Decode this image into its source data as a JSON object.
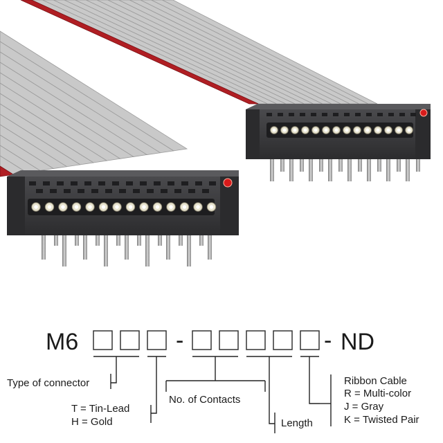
{
  "part_number": {
    "prefix": "M6",
    "separator1": "-",
    "suffix": "ND",
    "separator2": "-"
  },
  "legend": {
    "connector_type": "Type of connector",
    "plating_t": "T = Tin-Lead",
    "plating_h": "H = Gold",
    "contacts": "No. of Contacts",
    "length": "Length",
    "cable_title": "Ribbon Cable",
    "cable_r": "R = Multi-color",
    "cable_j": "J = Gray",
    "cable_k": "K = Twisted Pair"
  },
  "colors": {
    "ribbon_gray": "#c9c9c9",
    "ribbon_stripe": "#b01e23",
    "connector_body": "#3a3a3c",
    "pin_contact": "#e8e4cf",
    "pin1_marker": "#d81b1b"
  }
}
